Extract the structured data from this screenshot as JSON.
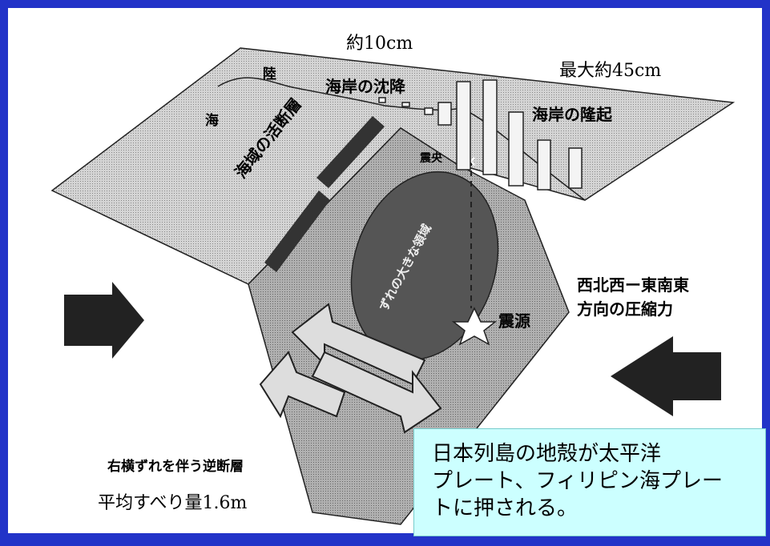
{
  "labels": {
    "top_10cm": "約10cm",
    "max_45cm": "最大約45cm",
    "land": "陸",
    "sea": "海",
    "coast_subsidence": "海岸の沈降",
    "coast_uplift": "海岸の隆起",
    "epicenter": "震央",
    "offshore_fault": "海域の活断層",
    "large_slip_area": "ずれの大きな領域",
    "compression_line1": "西北西ー東南東",
    "compression_line2": "方向の圧縮力",
    "hypocenter": "震源",
    "fault_type": "右横ずれを伴う逆断層",
    "avg_slip": "平均すべり量1.6m"
  },
  "callout": {
    "line1": "日本列島の地殻が太平洋",
    "line2": "プレート、フィリピン海プレー",
    "line3": "トに押される。"
  },
  "colors": {
    "background_border": "#2233c8",
    "callout_bg": "#ccffff",
    "plate": "#c8c8c8",
    "fault_plane": "#a8a8a8",
    "slip_area": "#555555",
    "arrows": "#222222"
  }
}
